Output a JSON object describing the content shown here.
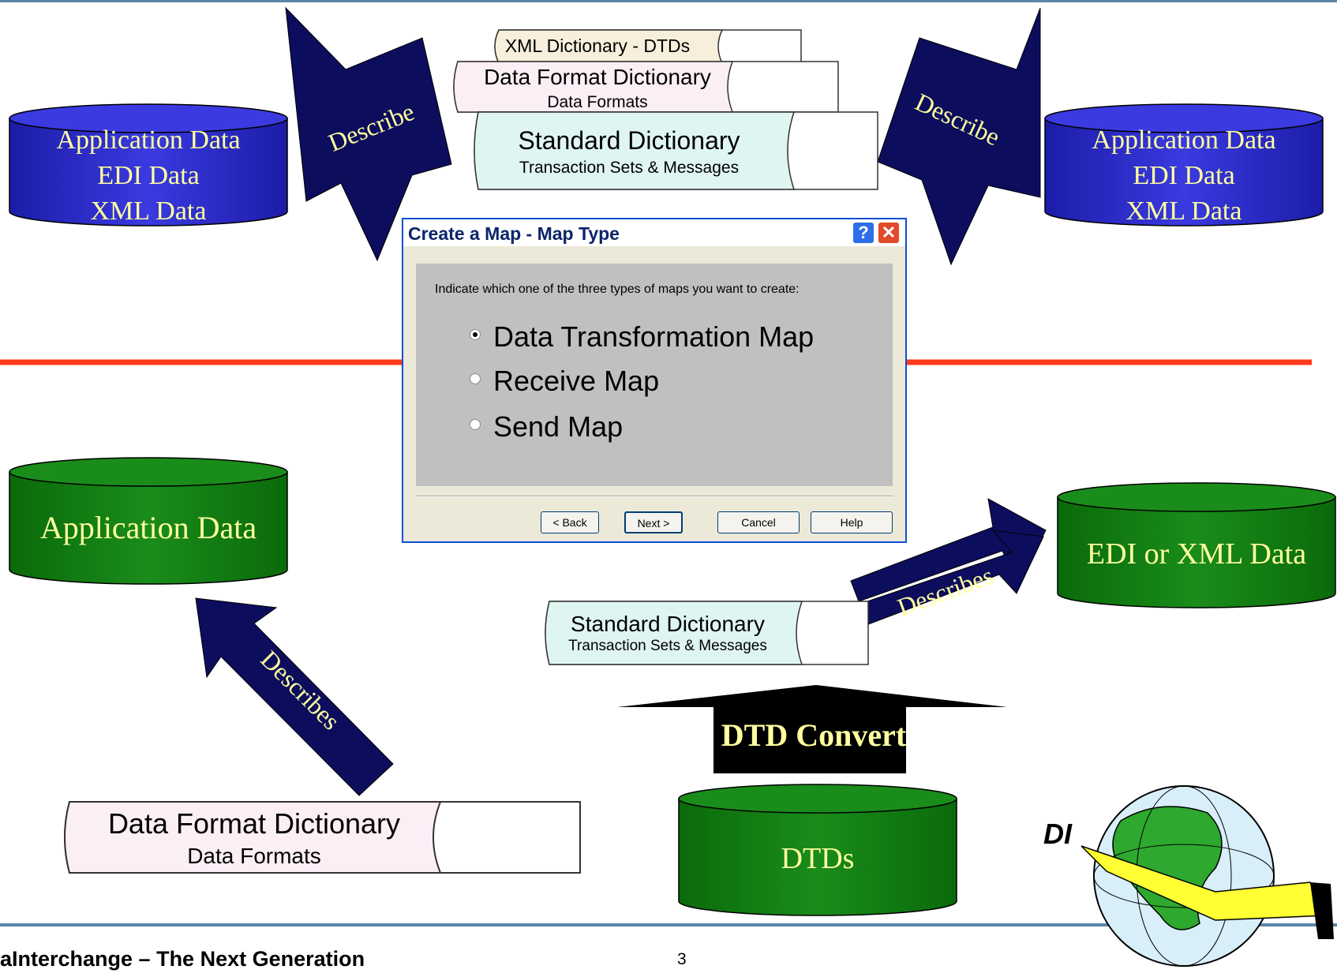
{
  "top_cylinders": {
    "left_lines": [
      "Application Data",
      "EDI Data",
      "XML Data"
    ],
    "right_lines": [
      "Application Data",
      "EDI Data",
      "XML Data"
    ]
  },
  "books_top": {
    "xml_dictionary": "XML Dictionary - DTDs",
    "data_format_title": "Data Format Dictionary",
    "data_format_sub": "Data Formats",
    "standard_title": "Standard Dictionary",
    "standard_sub": "Transaction Sets & Messages"
  },
  "arrows": {
    "describe_left": "Describe",
    "describe_right": "Describe",
    "describes_right": "Describes",
    "describes_left": "Describes"
  },
  "dialog": {
    "title": "Create a Map - Map Type",
    "help_icon": "?",
    "close_icon": "✕",
    "prompt": "Indicate which one of the three types of maps you want to create:",
    "options": [
      {
        "label": "Data Transformation Map",
        "selected": true
      },
      {
        "label": "Receive Map",
        "selected": false
      },
      {
        "label": "Send Map",
        "selected": false
      }
    ],
    "buttons": {
      "back": "< Back",
      "next": "Next >",
      "cancel": "Cancel",
      "help": "Help"
    }
  },
  "bottom": {
    "application_data": "Application Data",
    "edi_xml_data": "EDI or XML Data",
    "standard_title": "Standard Dictionary",
    "standard_sub": "Transaction Sets & Messages",
    "dtd_convert": "DTD Convert",
    "dtds": "DTDs",
    "data_format_title": "Data Format Dictionary",
    "data_format_sub": "Data Formats"
  },
  "logo": {
    "letters": "DI"
  },
  "footer": {
    "title": "aInterchange – The Next Generation",
    "page": "3"
  },
  "colors": {
    "blue_cylinder": "#2a2ac8",
    "green_cylinder": "#117a11",
    "arrow": "#0d0d5e",
    "divider_red": "#ff3a1a",
    "rule_blue": "#5a86a8",
    "label_yellow": "#ffffa0"
  }
}
